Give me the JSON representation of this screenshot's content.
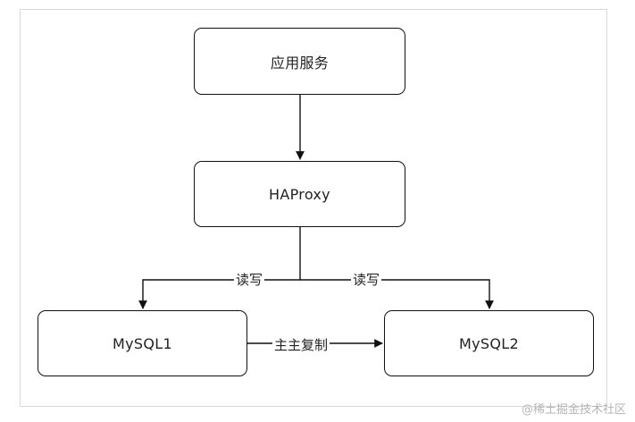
{
  "nodes": {
    "app": "应用服务",
    "haproxy": "HAProxy",
    "mysql1": "MySQL1",
    "mysql2": "MySQL2"
  },
  "edges": {
    "read_write_left": "读写",
    "read_write_right": "读写",
    "replication": "主主复制"
  },
  "watermark": "@稀土掘金技术社区",
  "colors": {
    "line": "#111111",
    "frame": "#d9d9d9",
    "watermark": "#b5b5b5"
  }
}
